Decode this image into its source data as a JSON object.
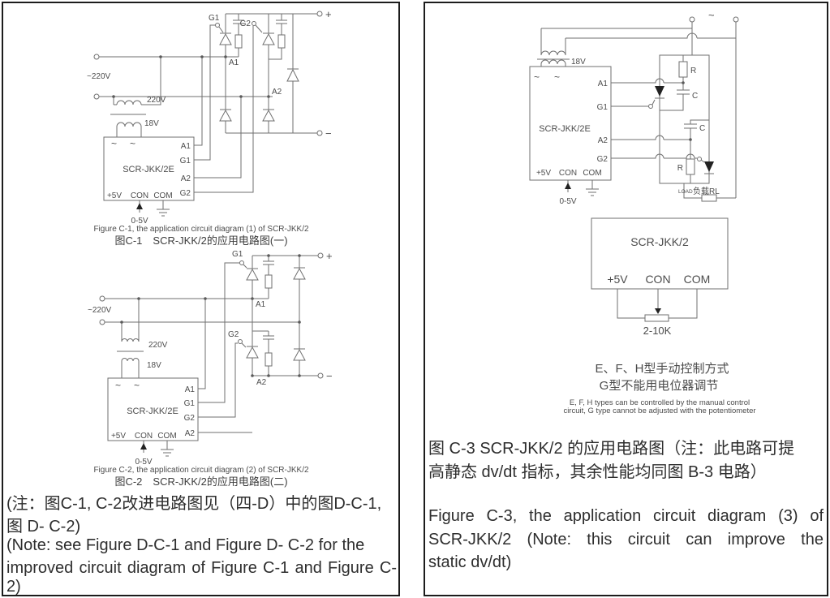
{
  "figure_c1": {
    "caption_en": "Figure C-1, the application circuit diagram (1) of SCR-JKK/2",
    "caption_zh": "图C-1　SCR-JKK/2的应用电路图(一)",
    "module": "SCR-JKK/2E",
    "tilde_a": "~",
    "tilde_b": "~",
    "pin_a1": "A1",
    "pin_g1": "G1",
    "pin_a2": "A2",
    "pin_g2": "G2",
    "pin_5v": "+5V",
    "pin_con": "CON",
    "pin_com": "COM",
    "control": "0-5V",
    "mains": "~220V",
    "primary": "220V",
    "secondary": "18V",
    "gate1": "G1",
    "gate2": "G2",
    "node_a1": "A1",
    "node_a2": "A2",
    "plus": "+",
    "minus": "−"
  },
  "figure_c2": {
    "caption_en": "Figure C-2, the application circuit diagram (2) of SCR-JKK/2",
    "caption_zh": "图C-2　SCR-JKK/2的应用电路图(二)",
    "module": "SCR-JKK/2E",
    "tilde_a": "~",
    "tilde_b": "~",
    "pin_a1": "A1",
    "pin_g1": "G1",
    "pin_g2": "G2",
    "pin_a2": "A2",
    "pin_5v": "+5V",
    "pin_con": "CON",
    "pin_com": "COM",
    "control": "0-5V",
    "mains": "~220V",
    "primary": "220V",
    "secondary": "18V",
    "gate1": "G1",
    "gate2": "G2",
    "node_a1": "A1",
    "node_a2": "A2",
    "plus": "+",
    "minus": "−"
  },
  "figure_c3": {
    "module": "SCR-JKK/2E",
    "tilde_a": "~",
    "tilde_b": "~",
    "ac_tilde": "~",
    "pin_a1": "A1",
    "pin_g1": "G1",
    "pin_a2": "A2",
    "pin_g2": "G2",
    "pin_5v": "+5V",
    "pin_con": "CON",
    "pin_com": "COM",
    "control": "0-5V",
    "secondary": "18V",
    "r1": "R",
    "c1": "C",
    "c2": "C",
    "r2": "R",
    "load_en": "LOAD",
    "load_zh": "负载RL"
  },
  "manual_control": {
    "module": "SCR-JKK/2",
    "pin_5v": "+5V",
    "pin_con": "CON",
    "pin_com": "COM",
    "pot": "2-10K",
    "note_zh_1": "E、F、H型手动控制方式",
    "note_zh_2": "G型不能用电位器调节",
    "note_en_1": "E, F, H types can be controlled by the manual control",
    "note_en_2": "circuit, G type cannot be adjusted with the potentiometer"
  },
  "left_note": {
    "zh_1": "(注：图C-1, C-2改进电路图见（四-D）中的图D-C-1,",
    "zh_2": "图 D- C-2)",
    "en_1": "(Note: see Figure D-C-1 and Figure D- C-2 for the",
    "en_2": "improved circuit diagram of Figure C-1 and Figure C-2)"
  },
  "right_note": {
    "zh_1": "图 C-3 SCR-JKK/2 的应用电路图（注：此电路可提",
    "zh_2": "高静态 dv/dt 指标，其余性能均同图 B-3 电路）",
    "en_1": "Figure C-3, the application circuit diagram (3) of",
    "en_2": "SCR-JKK/2 (Note: this circuit can improve the",
    "en_3": "static dv/dt)"
  }
}
